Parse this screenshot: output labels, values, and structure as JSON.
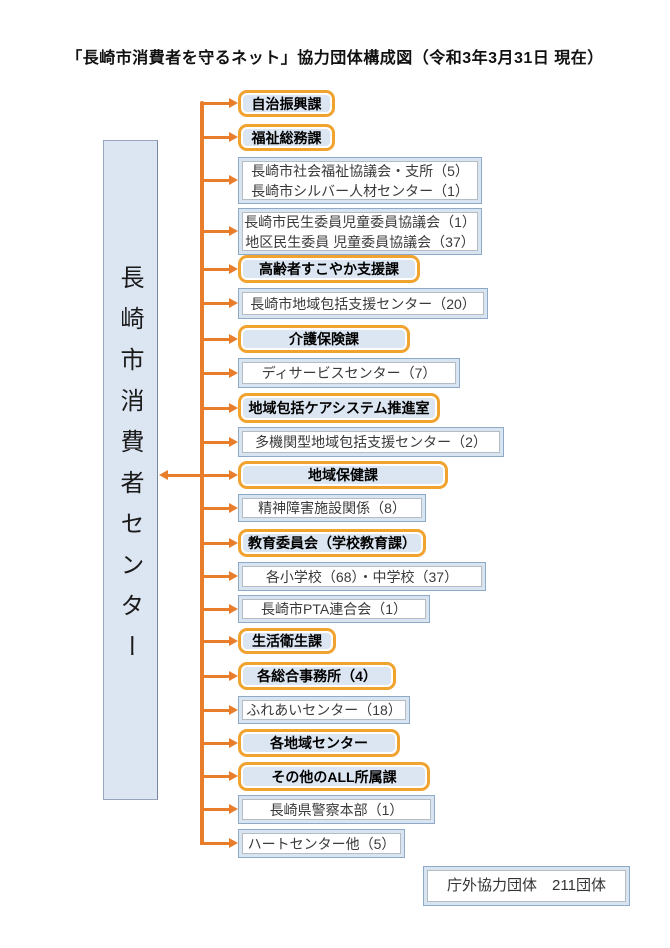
{
  "title": "「長崎市消費者を守るネット」協力団体構成図（令和3年3月31日 現在）",
  "center": {
    "label": "長崎市消費者センター"
  },
  "colors": {
    "arrow": "#e87d2c",
    "dept_border": "#f0a32f",
    "box_fill": "#dce6f2",
    "org_border": "#8fa9c8"
  },
  "rows": [
    {
      "kind": "dept",
      "label": "自治振興課"
    },
    {
      "kind": "dept",
      "label": "福祉総務課"
    },
    {
      "kind": "org",
      "lines": [
        "長崎市社会福祉協議会・支所（5）",
        "長崎市シルバー人材センター（1）"
      ]
    },
    {
      "kind": "org",
      "lines": [
        "長崎市民生委員児童委員協議会（1）",
        "地区民生委員 児童委員協議会（37）"
      ]
    },
    {
      "kind": "dept",
      "label": "高齢者すこやか支援課"
    },
    {
      "kind": "org",
      "label": "長崎市地域包括支援センター（20）"
    },
    {
      "kind": "dept",
      "label": "介護保険課"
    },
    {
      "kind": "org",
      "label": "ディサービスセンター（7）"
    },
    {
      "kind": "dept",
      "label": "地域包括ケアシステム推進室"
    },
    {
      "kind": "org",
      "label": "多機関型地域包括支援センター（2）"
    },
    {
      "kind": "dept",
      "label": "地域保健課"
    },
    {
      "kind": "org",
      "label": "精神障害施設関係（8）"
    },
    {
      "kind": "dept",
      "label": "教育委員会（学校教育課）"
    },
    {
      "kind": "org",
      "label": "各小学校（68）・中学校（37）"
    },
    {
      "kind": "org",
      "label": "長崎市PTA連合会（1）"
    },
    {
      "kind": "dept",
      "label": "生活衛生課"
    },
    {
      "kind": "dept",
      "label": "各総合事務所（4）"
    },
    {
      "kind": "org",
      "label": "ふれあいセンター（18）"
    },
    {
      "kind": "dept",
      "label": "各地域センター"
    },
    {
      "kind": "dept",
      "label": "その他のALL所属課"
    },
    {
      "kind": "org",
      "label": "長崎県警察本部（1）"
    },
    {
      "kind": "org",
      "label": "ハートセンター他（5）"
    }
  ],
  "footer": {
    "label": "庁外協力団体　211団体"
  }
}
